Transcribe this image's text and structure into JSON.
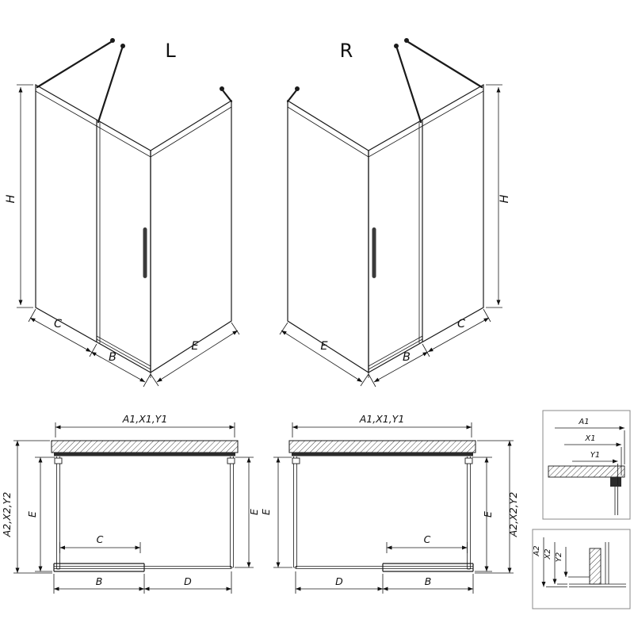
{
  "iso_left": {
    "variant_label": "L",
    "dim_height": "H",
    "dim_c": "C",
    "dim_b": "B",
    "dim_e": "E"
  },
  "iso_right": {
    "variant_label": "R",
    "dim_height": "H",
    "dim_c": "C",
    "dim_b": "B",
    "dim_e": "E"
  },
  "plan_left": {
    "dim_width_top": "A1,X1,Y1",
    "dim_depth_outer": "A2,X2,Y2",
    "dim_e_left": "E",
    "dim_e_right": "E",
    "dim_c": "C",
    "dim_b": "B",
    "dim_d": "D"
  },
  "plan_right": {
    "dim_width_top": "A1,X1,Y1",
    "dim_depth_outer": "A2,X2,Y2",
    "dim_e_left": "E",
    "dim_e_right": "E",
    "dim_c": "C",
    "dim_b": "B",
    "dim_d": "D"
  },
  "detail_top": {
    "dim_a1": "A1",
    "dim_x1": "X1",
    "dim_y1": "Y1"
  },
  "detail_bottom": {
    "dim_a2": "A2",
    "dim_x2": "X2",
    "dim_y2": "Y2"
  },
  "colors": {
    "line": "#1a1a1a",
    "background": "#ffffff",
    "hatch": "#444444"
  }
}
